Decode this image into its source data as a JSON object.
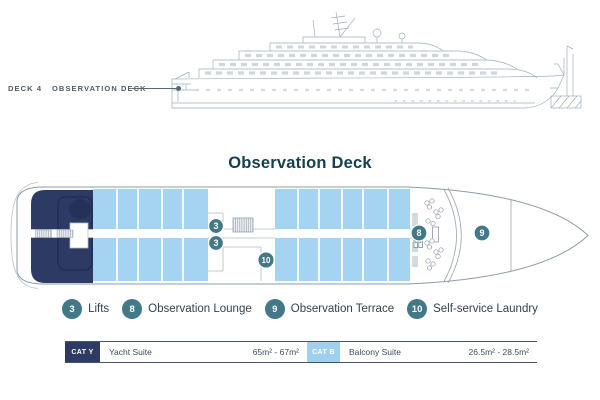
{
  "header": {
    "deck_number_label": "DECK 4",
    "deck_name_label": "OBSERVATION DECK"
  },
  "plan": {
    "title": "Observation Deck",
    "markers": [
      {
        "num": "3"
      },
      {
        "num": "3"
      },
      {
        "num": "10"
      },
      {
        "num": "8"
      },
      {
        "num": "9"
      }
    ]
  },
  "legend": {
    "items": [
      {
        "num": "3",
        "label": "Lifts"
      },
      {
        "num": "8",
        "label": "Observation Lounge"
      },
      {
        "num": "9",
        "label": "Observation Terrace"
      },
      {
        "num": "10",
        "label": "Self-service Laundry"
      }
    ]
  },
  "categories": [
    {
      "code": "CAT Y",
      "name": "Yacht Suite",
      "size": "65m² - 67m²"
    },
    {
      "code": "CAT B",
      "name": "Balcony Suite",
      "size": "26.5m² - 28.5m²"
    }
  ],
  "colors": {
    "navy": "#2c3a64",
    "cabin_blue": "#a5d3f2",
    "cat_b_blue": "#9fd0ee",
    "marker_teal": "#437888",
    "title_teal": "#16404d"
  }
}
